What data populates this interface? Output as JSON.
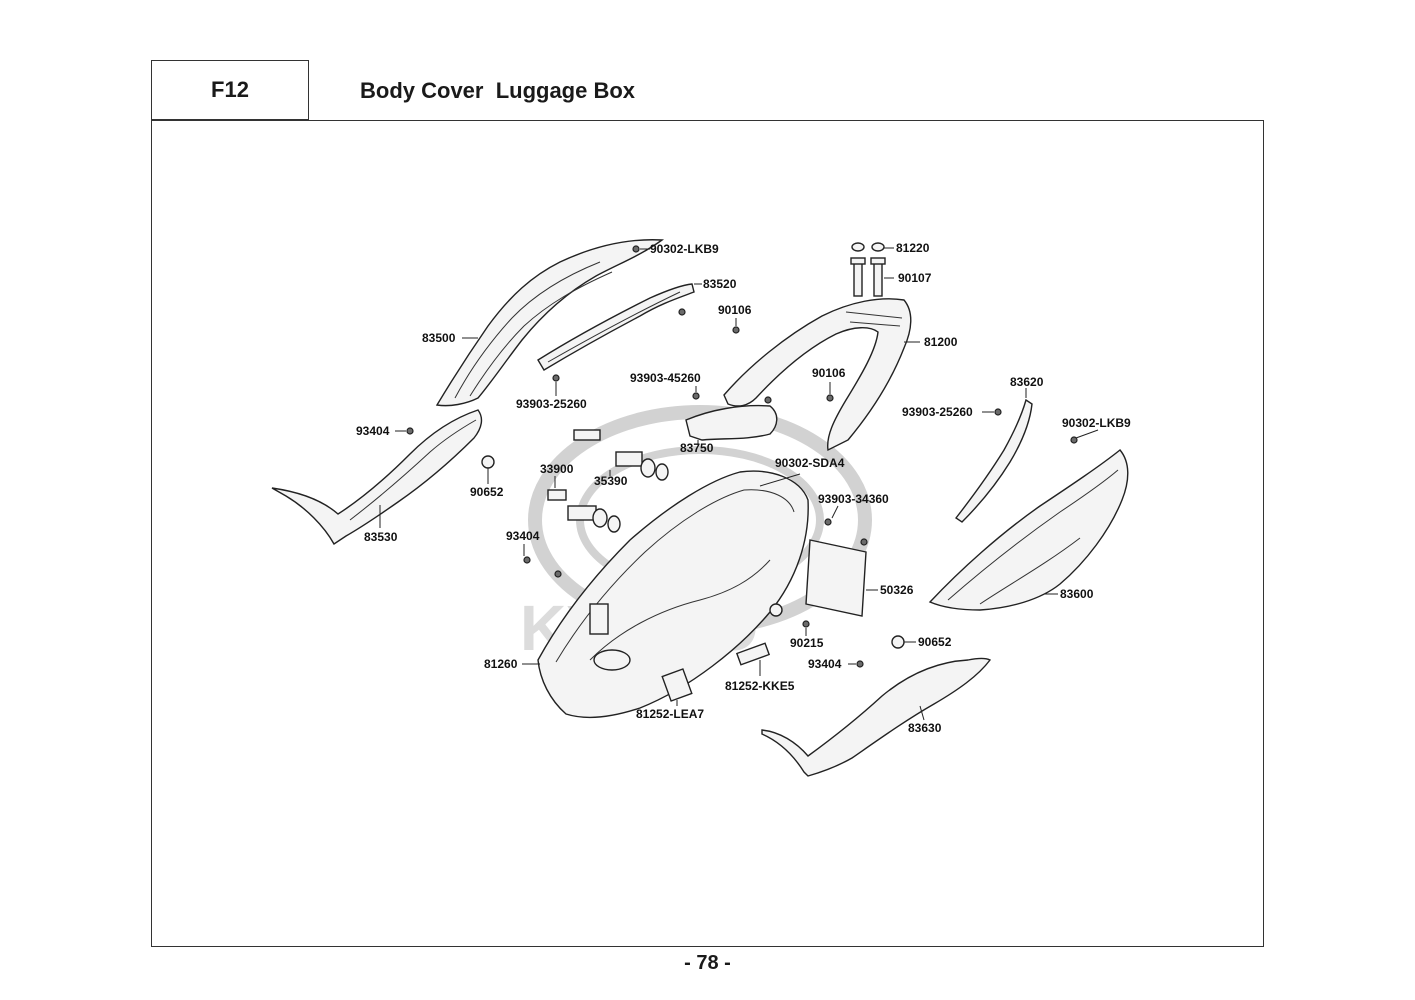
{
  "header": {
    "code": "F12",
    "title": "Body Cover  Luggage Box"
  },
  "footer": {
    "page_number": "- 78 -"
  },
  "watermark": "KYMCO",
  "part_labels": [
    "90302-LKB9",
    "83520",
    "83500",
    "93903-25260",
    "93404",
    "83530",
    "90652",
    "81220",
    "90107",
    "90106",
    "81200",
    "93903-45260",
    "90106",
    "83750",
    "90302-SDA4",
    "33900",
    "35390",
    "93404",
    "93903-34360",
    "50326",
    "90215",
    "81260",
    "81252-KKE5",
    "81252-LEA7",
    "93404",
    "90652",
    "83630",
    "83620",
    "93903-25260",
    "90302-LKB9",
    "83600"
  ]
}
